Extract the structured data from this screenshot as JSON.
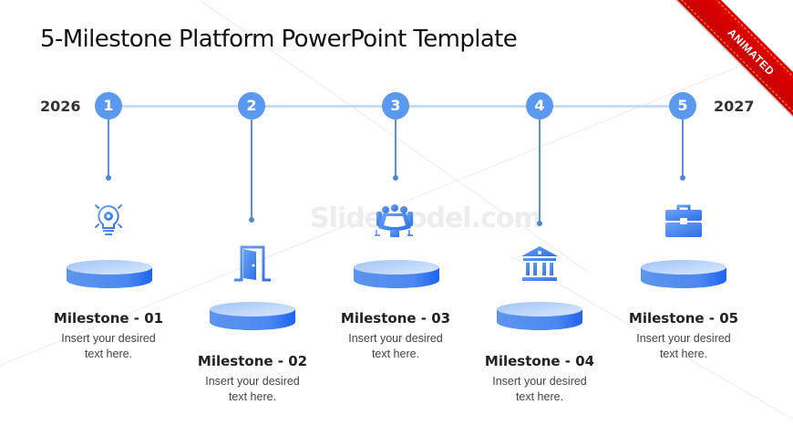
{
  "slide": {
    "title": "5-Milestone Platform PowerPoint Template",
    "badge": "ANIMATED",
    "watermark": "SlideModel.com",
    "start_year": "2026",
    "end_year": "2027",
    "accent_color": "#5b98ef",
    "badge_color": "#d40000"
  },
  "milestones": [
    {
      "number": "1",
      "icon": "lightbulb-gear-icon",
      "title": "Milestone - 01",
      "text_line1": "Insert your desired",
      "text_line2": "text here."
    },
    {
      "number": "2",
      "icon": "open-door-icon",
      "title": "Milestone - 02",
      "text_line1": "Insert your desired",
      "text_line2": "text here."
    },
    {
      "number": "3",
      "icon": "meeting-table-icon",
      "title": "Milestone - 03",
      "text_line1": "Insert your desired",
      "text_line2": "text here."
    },
    {
      "number": "4",
      "icon": "bank-building-icon",
      "title": "Milestone - 04",
      "text_line1": "Insert your desired",
      "text_line2": "text here."
    },
    {
      "number": "5",
      "icon": "briefcase-icon",
      "title": "Milestone - 05",
      "text_line1": "Insert your desired",
      "text_line2": "text here."
    }
  ]
}
